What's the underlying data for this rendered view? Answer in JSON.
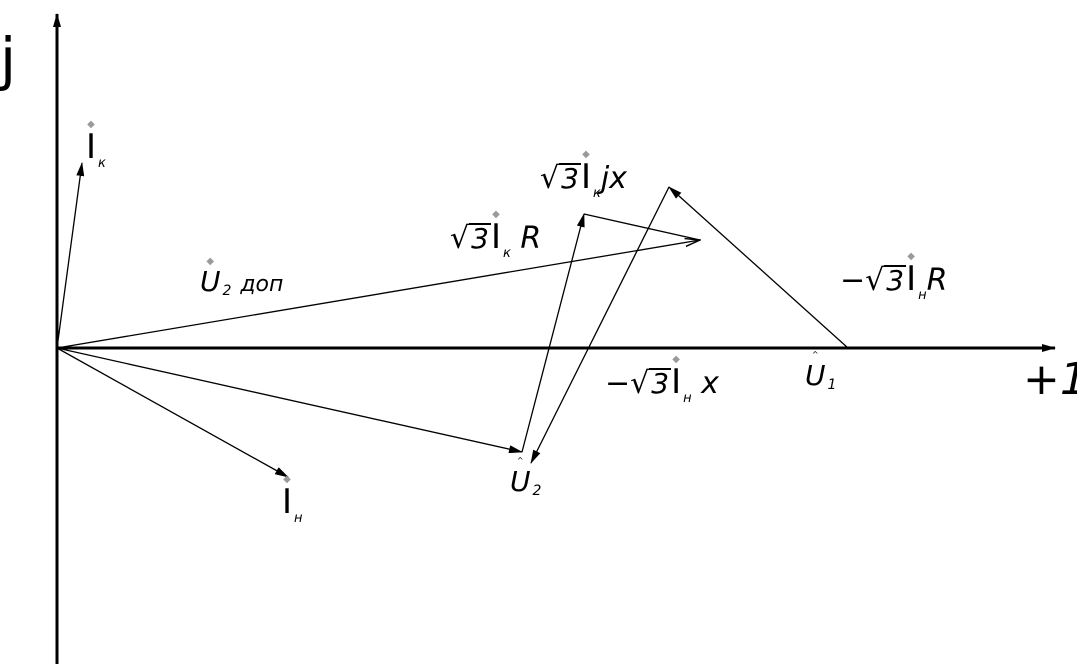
{
  "axes": {
    "imag_label": "j",
    "real_label": "+1"
  },
  "vectors": {
    "I_k": {
      "symbol": "I",
      "sub": "к"
    },
    "I_n": {
      "symbol": "I",
      "sub": "н"
    },
    "U2": {
      "symbol": "U",
      "sub": "2"
    },
    "U2_dop": {
      "symbol": "U",
      "sub": "2",
      "suffix": "доп"
    },
    "U1": {
      "symbol": "U",
      "sub": "1"
    }
  },
  "drops": {
    "ik_jx": {
      "sqrt": "√",
      "num": "3",
      "I": "I",
      "sub": "к",
      "tail": "jx"
    },
    "ik_r": {
      "sqrt": "√",
      "num": "3",
      "I": "I",
      "sub": "к",
      "tail": "R"
    },
    "in_r": {
      "sign": "−",
      "sqrt": "√",
      "num": "3",
      "I": "I",
      "sub": "н",
      "tail": "R"
    },
    "in_x": {
      "sign": "−",
      "sqrt": "√",
      "num": "3",
      "I": "I",
      "sub": "н",
      "tail": "x"
    }
  },
  "colors": {
    "line": "#000000",
    "hat": "#9a9a9a"
  }
}
